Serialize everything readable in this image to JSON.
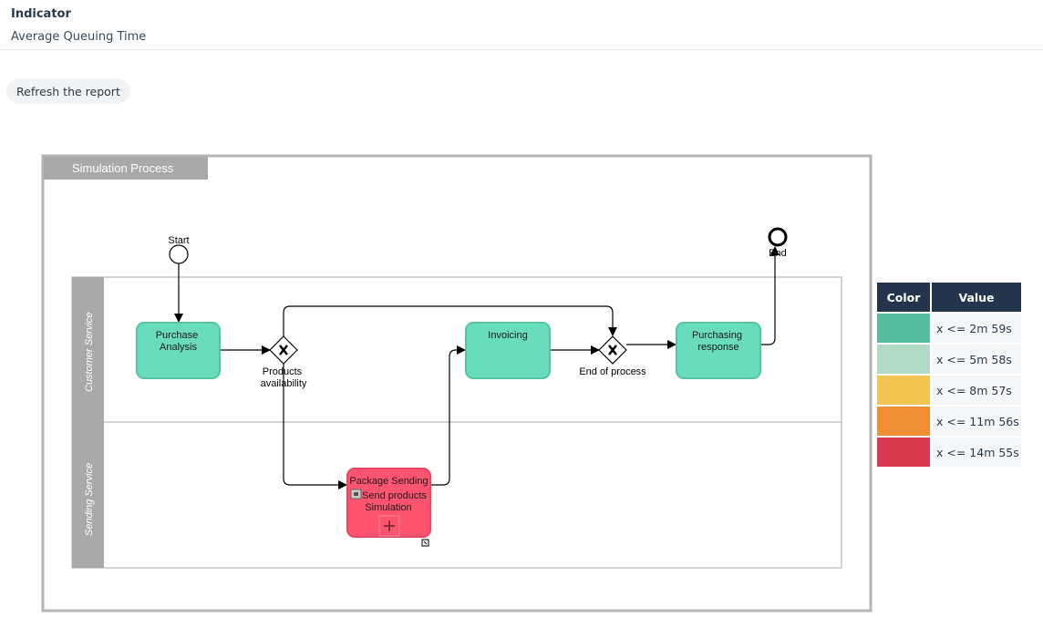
{
  "header": {
    "indicator_label": "Indicator",
    "indicator_value": "Average Queuing Time"
  },
  "toolbar": {
    "refresh_label": "Refresh the report"
  },
  "diagram": {
    "pool_label": "Simulation Process",
    "lanes": [
      "Customer Service",
      "Sending Service"
    ],
    "start_label": "Start",
    "end_label": "End",
    "tasks": {
      "purchase_analysis": [
        "Purchase",
        "Analysis"
      ],
      "invoicing": [
        "Invoicing"
      ],
      "purchasing_response": [
        "Purchasing",
        "response"
      ],
      "package_sending": "Package Sending",
      "send_products": [
        "Send products",
        "Simulation"
      ]
    },
    "gateways": {
      "products_availability": [
        "Products",
        "availability"
      ],
      "end_of_process": "End of process"
    },
    "colors": {
      "task_fill": "#68dcbc",
      "task_stroke": "#56c3a1",
      "hot_fill": "#ff5470",
      "hot_stroke": "#e64861"
    }
  },
  "legend": {
    "headers": {
      "color": "Color",
      "value": "Value"
    },
    "rows": [
      {
        "color": "#56bda0",
        "label": "x <= 2m 59s"
      },
      {
        "color": "#b2dbc6",
        "label": "x <= 5m 58s"
      },
      {
        "color": "#f2c553",
        "label": "x <= 8m 57s"
      },
      {
        "color": "#f08e34",
        "label": "x <= 11m 56s"
      },
      {
        "color": "#d93b4e",
        "label": "x <= 14m 55s"
      }
    ]
  }
}
